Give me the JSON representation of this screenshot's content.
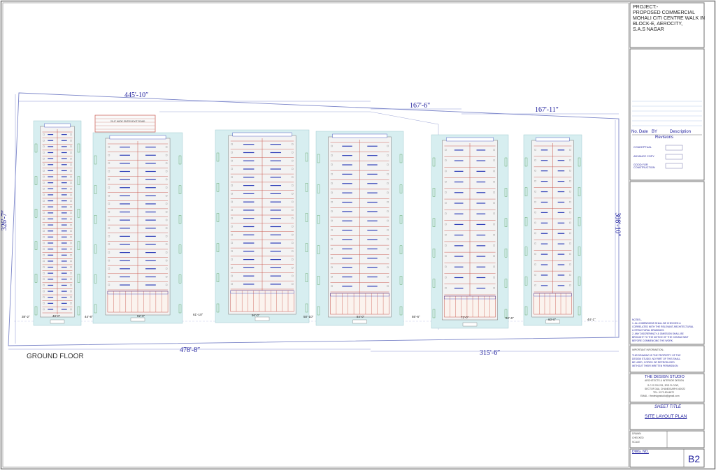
{
  "drawing": {
    "floor_label": "GROUND FLOOR",
    "dimensions": {
      "top_left": "445'-10″",
      "top_mid": "167'-6\"",
      "top_right": "167'-11\"",
      "bottom_left": "478'-8″",
      "bottom_right": "315'-6″",
      "left_side": "326'-7″",
      "right_side": "308'-10″"
    },
    "gap_dims": [
      "38'-2\"",
      "44'-8\"",
      "61'-10\"",
      "50'-10″",
      "55'-6\"",
      "52'-6\"",
      "44'-1\""
    ],
    "block_width_dims": [
      "48'-0\"",
      "92'-0\"",
      "96'-0\"",
      "84'-0\"",
      "72'-0\"",
      "60'-0\""
    ],
    "driveway_label": "20-0\" WIDE ENTRY/EXIT ROAD"
  },
  "title_block": {
    "project_heading": "PROJECT:-",
    "project_lines": [
      "PROPOSED COMMERCIAL",
      "MOHALI CITI CENTRE WALK IN",
      "BLOCK-E, AEROCITY,",
      "S.A.S NAGAR"
    ],
    "revisions": {
      "col_no": "No.",
      "col_date": "Date",
      "col_by": "BY",
      "col_description": "Description",
      "title": "Revisions"
    },
    "stages": [
      "CONCEPTUAL",
      "ADVANCE COPY",
      "GOOD FOR CONSTRUCTION"
    ],
    "notes_heading": "NOTES:-",
    "notes": [
      "1. ALL DIMENSIONS SHALL BE CHECKED &",
      "CORRELATED WITH THE RELEVANT ARCHITECTURAL",
      "& STRUCTURAL DRAWINGS.",
      "2. ANY DISCREPANCY & OMISSION SHALL BE",
      "BROUGHT TO THE NOTICE OF THE CONSULTANT",
      "BEFORE COMMENCING THE WORK."
    ],
    "info_heading": "IMPORTANT INFORMATION:-",
    "info_lines": [
      "THIS DRAWING IS THE PROPERTY OF THE",
      "DESIGN STUDIO. NO PART OF THIS SHALL",
      "BE USED, COPIED OR REPRODUCED",
      "WITHOUT THEIR WRITTEN PERMISSION"
    ],
    "studio_name": "THE DESIGN STUDIO",
    "studio_tagline": "ARCHITECTS & INTERIOR DESIGN",
    "studio_address": [
      "S.C.O 230-231, 3RD FLOOR,",
      "SECTOR 34A, CHANDIGARH 160022",
      "TEL: 0172-5014872",
      "EMAIL : thedesignstudio@gmail.com"
    ],
    "sheet_title_label": "SHEET TITLE",
    "sheet_title": "SITE LAYOUT PLAN",
    "drawn_rows": [
      "DRAWN",
      "CHECKED",
      "SCALE"
    ],
    "dwg_no_label": "DWG. NO.",
    "sheet_number": "B2"
  },
  "colors": {
    "frame": "#6f6f6f",
    "site_boundary": "#7c86c9",
    "dimension_text": "#1d1d9c",
    "parking_cyan": "#d7eef0",
    "block_fill": "#f3f3f3",
    "shop_red": "#c9544a",
    "unit_blue": "#2f3fb8",
    "landscape_green": "#4f9b52"
  }
}
